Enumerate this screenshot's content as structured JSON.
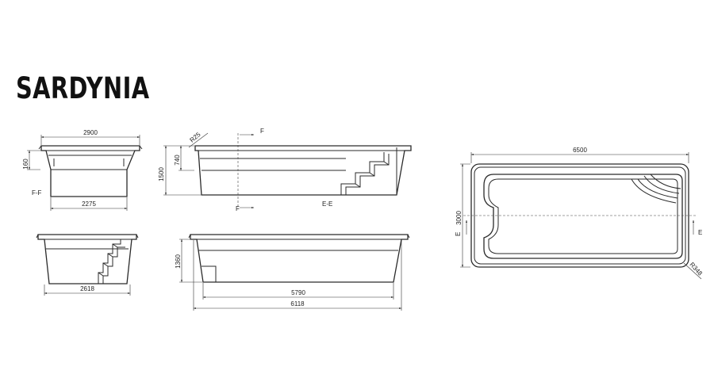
{
  "title": "SARDYNIA",
  "colors": {
    "ink": "#2a2a2a",
    "background": "#ffffff"
  },
  "views": {
    "section_ff": {
      "dim_top_width": "2900",
      "dim_bottom_width": "2275",
      "dim_rim_height": "160",
      "section_label": "F-F"
    },
    "section_ee": {
      "dim_corner_radius": "R25",
      "dim_height_total": "1500",
      "dim_height_step": "740",
      "cut_label_top": "F",
      "cut_label_bottom": "F",
      "section_label": "E-E"
    },
    "end_view": {
      "dim_width": "2618"
    },
    "side_view": {
      "dim_height": "1360",
      "dim_bottom_length": "5790",
      "dim_total_length": "6118"
    },
    "plan_view": {
      "dim_length": "6500",
      "dim_width": "3000",
      "dim_corner_radius": "R348",
      "cut_label_left": "E",
      "cut_label_right": "E"
    }
  }
}
